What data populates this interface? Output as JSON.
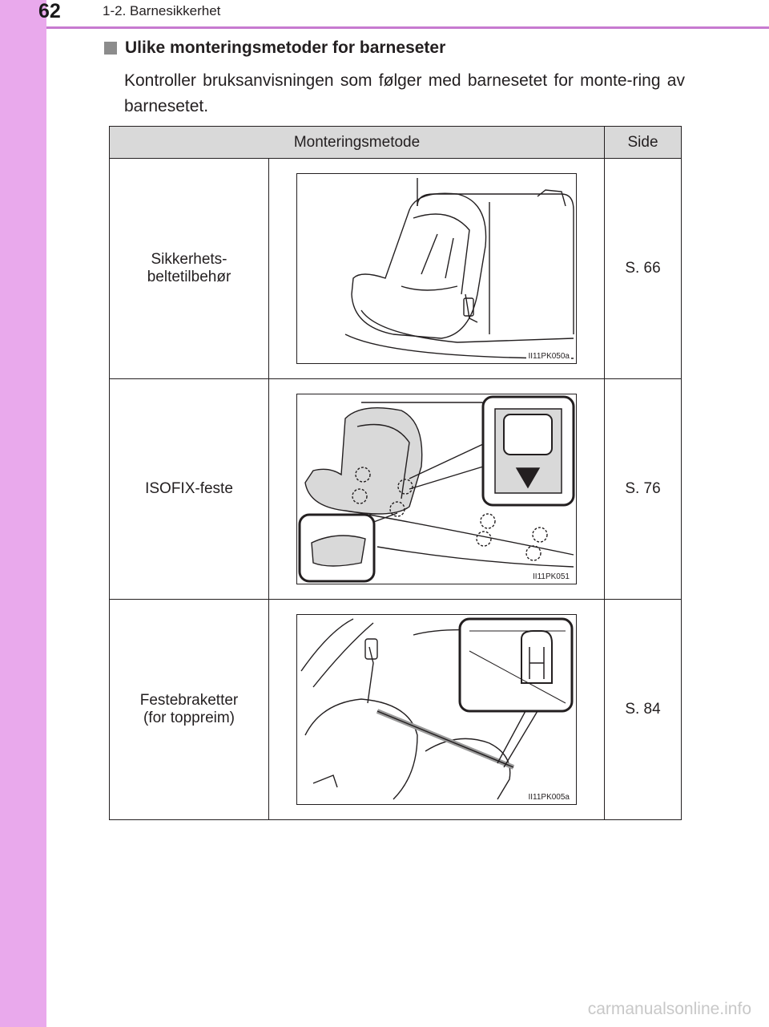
{
  "header": {
    "page_number": "62",
    "section": "1-2. Barnesikkerhet"
  },
  "heading": "Ulike monteringsmetoder for barneseter",
  "intro": "Kontroller bruksanvisningen som følger med barnesetet for monte-ring av barnesetet.",
  "table": {
    "headers": {
      "method": "Monteringsmetode",
      "page": "Side"
    },
    "rows": [
      {
        "method": "Sikkerhets-\nbeltetilbehør",
        "figure_code": "II11PK050a",
        "page": "S. 66"
      },
      {
        "method": "ISOFIX-feste",
        "figure_code": "II11PK051",
        "page": "S. 76"
      },
      {
        "method": "Festebraketter\n(for toppreim)",
        "figure_code": "II11PK005a",
        "page": "S. 84"
      }
    ]
  },
  "watermark": "carmanualsonline.info",
  "colors": {
    "side_strip": "#e9a9ec",
    "rule": "#c77ad0",
    "table_header": "#d9d9d9"
  }
}
